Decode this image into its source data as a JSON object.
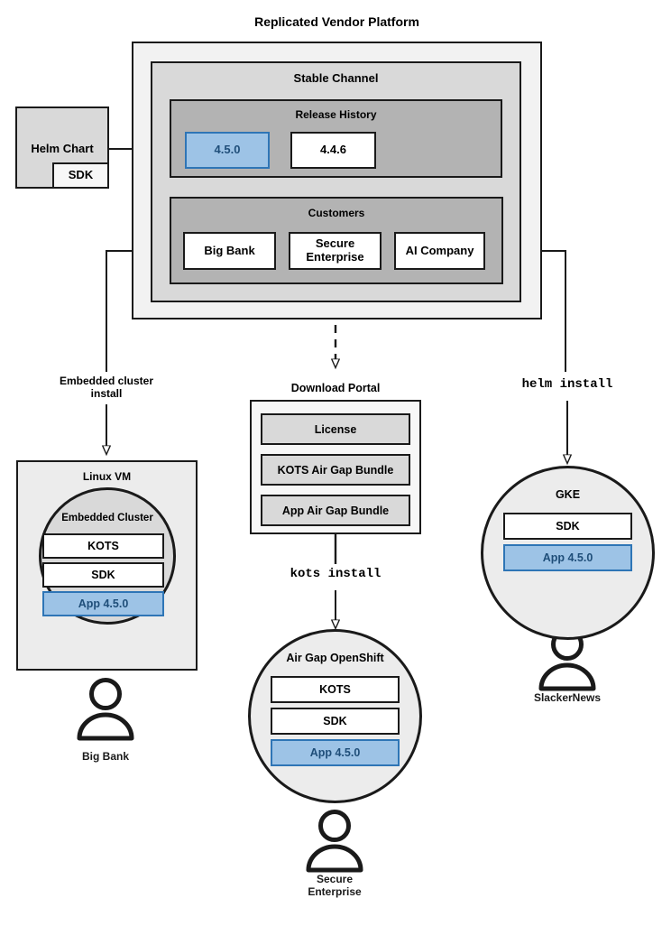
{
  "diagram": {
    "title": "Replicated Vendor Platform",
    "platform": {
      "stable_channel": {
        "title": "Stable Channel",
        "release_history": {
          "title": "Release History",
          "releases": [
            {
              "version": "4.5.0",
              "highlighted": true
            },
            {
              "version": "4.4.6",
              "highlighted": false
            }
          ]
        },
        "customers": {
          "title": "Customers",
          "items": [
            {
              "name": "Big Bank"
            },
            {
              "name": "Secure Enterprise"
            },
            {
              "name": "AI Company"
            }
          ]
        }
      }
    },
    "source": {
      "helm_chart": "Helm Chart",
      "sdk": "SDK"
    },
    "download_portal": {
      "title": "Download Portal",
      "artifacts": [
        "License",
        "KOTS Air Gap Bundle",
        "App Air Gap Bundle"
      ]
    },
    "flow_labels": {
      "embedded_cluster_install": "Embedded cluster\ninstall",
      "embedded_cluster_install_line1": "Embedded cluster",
      "embedded_cluster_install_line2": "install",
      "kots_install": "kots install",
      "helm_install": "helm install"
    },
    "targets": [
      {
        "id": "linux-vm",
        "title": "Linux VM",
        "inner_title": "Embedded Cluster",
        "components": [
          {
            "label": "KOTS",
            "highlighted": false
          },
          {
            "label": "SDK",
            "highlighted": false
          },
          {
            "label": "App 4.5.0",
            "highlighted": true
          }
        ],
        "persona": "Big Bank"
      },
      {
        "id": "air-gap-openshift",
        "title": "Air Gap OpenShift",
        "components": [
          {
            "label": "KOTS",
            "highlighted": false
          },
          {
            "label": "SDK",
            "highlighted": false
          },
          {
            "label": "App 4.5.0",
            "highlighted": true
          }
        ],
        "persona_line1": "Secure",
        "persona_line2": "Enterprise"
      },
      {
        "id": "gke",
        "title": "GKE",
        "components": [
          {
            "label": "SDK",
            "highlighted": false
          },
          {
            "label": "App 4.5.0",
            "highlighted": true
          }
        ],
        "persona": "SlackerNews"
      }
    ],
    "colors": {
      "accent_blue_fill": "#9dc3e6",
      "accent_blue_border": "#2e75b6",
      "accent_blue_text": "#1f4e79",
      "stroke": "#1a1a1a",
      "outer_fill": "#f2f2f2",
      "channel_fill": "#d9d9d9",
      "release_fill": "#b3b3b3",
      "circle_fill": "#ececec",
      "background": "#ffffff"
    }
  }
}
